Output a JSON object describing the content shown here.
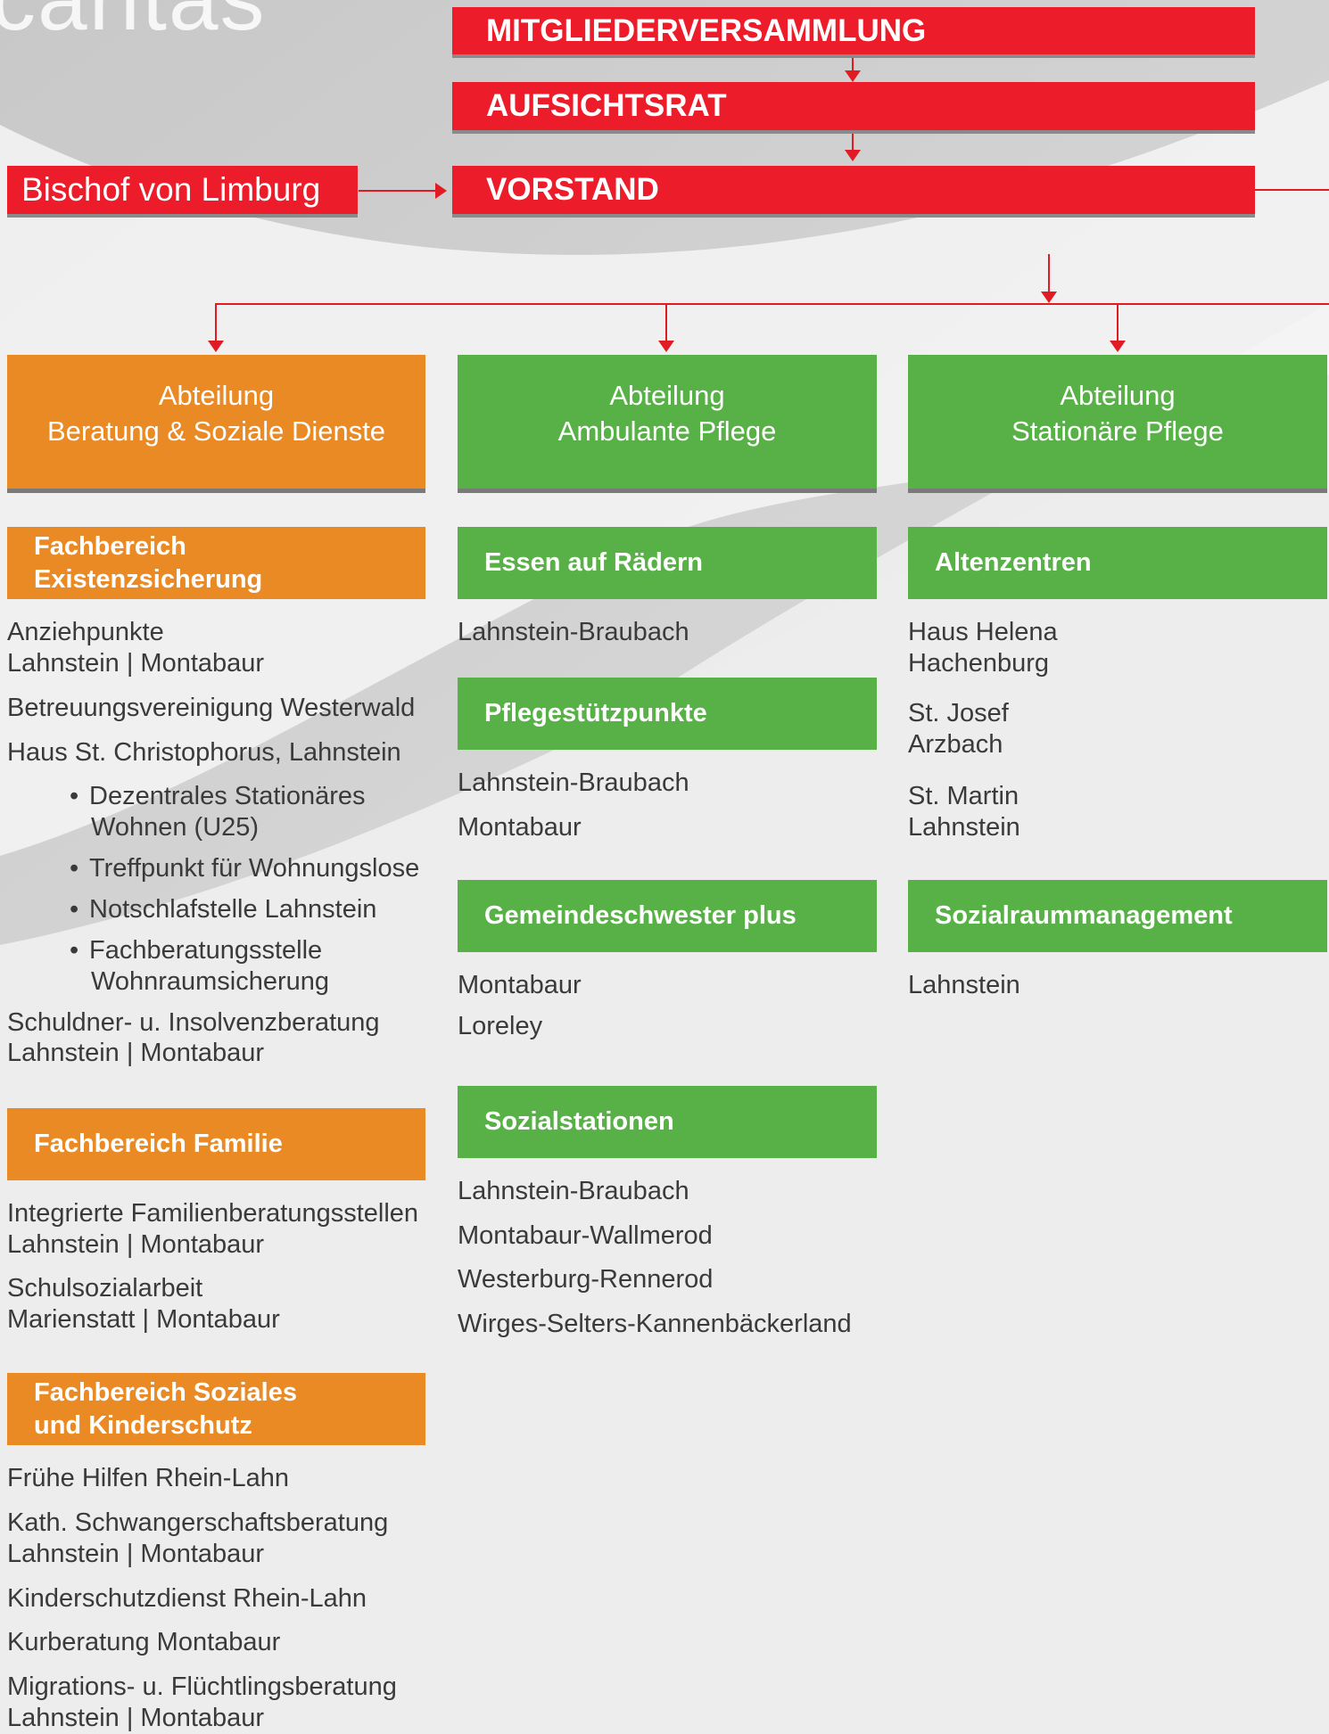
{
  "colors": {
    "red": "#ec1c2a",
    "orange": "#ea8a25",
    "green": "#57b146",
    "text": "#3a3a3a"
  },
  "brand": "caritas",
  "top": {
    "mitglieder": "MITGLIEDERVERSAMMLUNG",
    "aufsichtsrat": "AUFSICHTSRAT",
    "vorstand": "VORSTAND",
    "bischof": "Bischof von Limburg"
  },
  "departments": [
    {
      "line1": "Abteilung",
      "line2": "Beratung & Soziale Dienste"
    },
    {
      "line1": "Abteilung",
      "line2": "Ambulante Pflege"
    },
    {
      "line1": "Abteilung",
      "line2": "Stationäre Pflege"
    }
  ],
  "col1": {
    "existenz": {
      "title1": "Fachbereich",
      "title2": "Existenzsicherung",
      "items": [
        "Anziehpunkte",
        "Lahnstein | Montabaur",
        "Betreuungsvereinigung Westerwald",
        "Haus St. Christophorus, Lahnstein"
      ],
      "bullets": [
        "Dezentrales Stationäres",
        "Wohnen (U25)",
        "Treffpunkt für Wohnungslose",
        "Notschlafstelle Lahnstein",
        "Fachberatungsstelle",
        "Wohnraumsicherung"
      ],
      "items2": [
        "Schuldner- u. Insolvenzberatung",
        "Lahnstein | Montabaur"
      ]
    },
    "familie": {
      "title": "Fachbereich Familie",
      "items": [
        "Integrierte Familienberatungsstellen",
        "Lahnstein | Montabaur",
        "Schulsozialarbeit",
        "Marienstatt | Montabaur"
      ]
    },
    "soziales": {
      "title1": "Fachbereich Soziales",
      "title2": "und Kinderschutz",
      "items": [
        "Frühe Hilfen Rhein-Lahn",
        "Kath. Schwangerschaftsberatung",
        "Lahnstein | Montabaur",
        "Kinderschutzdienst Rhein-Lahn",
        "Kurberatung Montabaur",
        "Migrations- u. Flüchtlingsberatung",
        "Lahnstein | Montabaur"
      ]
    }
  },
  "col2": {
    "essen": {
      "title": "Essen auf Rädern",
      "items": [
        "Lahnstein-Braubach"
      ]
    },
    "pflege": {
      "title": "Pflegestützpunkte",
      "items": [
        "Lahnstein-Braubach",
        "Montabaur"
      ]
    },
    "gemeinde": {
      "title": "Gemeindeschwester plus",
      "items": [
        "Montabaur",
        "Loreley"
      ]
    },
    "sozialstationen": {
      "title": "Sozialstationen",
      "items": [
        "Lahnstein-Braubach",
        "Montabaur-Wallmerod",
        "Westerburg-Rennerod",
        "Wirges-Selters-Kannenbäckerland"
      ]
    }
  },
  "col3": {
    "alten": {
      "title": "Altenzentren",
      "items": [
        "Haus Helena",
        "Hachenburg",
        "St. Josef",
        "Arzbach",
        "St. Martin",
        "Lahnstein"
      ]
    },
    "sozialraum": {
      "title": "Sozialraummanagement",
      "items": [
        "Lahnstein"
      ]
    }
  }
}
